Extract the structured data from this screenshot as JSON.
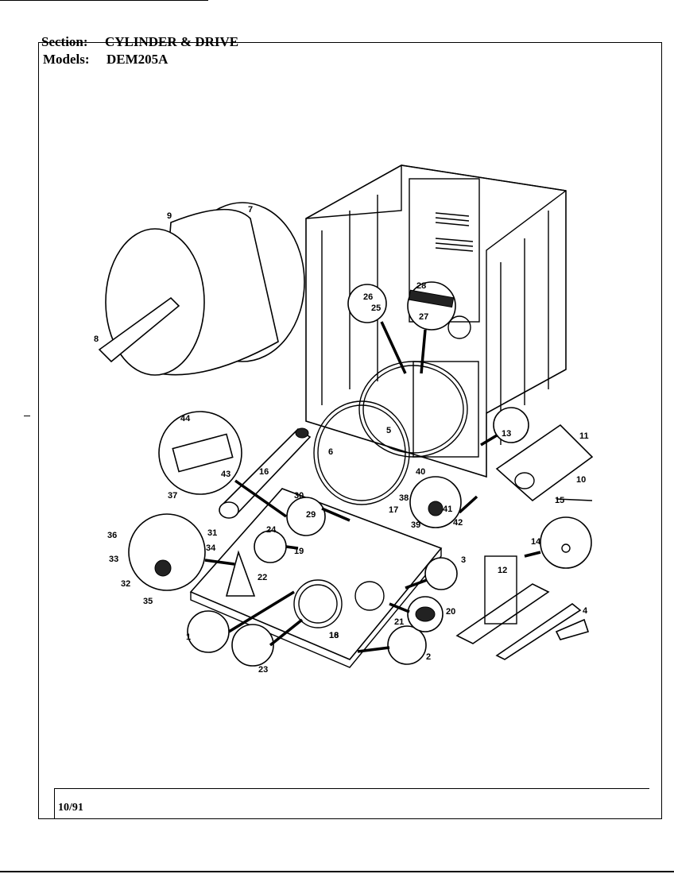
{
  "header": {
    "section_label": "Section:",
    "section_value": "CYLINDER & DRIVE",
    "models_label": "Models:",
    "models_value": "DEM205A"
  },
  "footer": {
    "date": "10/91"
  },
  "part_numbers": [
    "1",
    "2",
    "3",
    "4",
    "5",
    "6",
    "7",
    "8",
    "9",
    "10",
    "11",
    "12",
    "13",
    "14",
    "15",
    "16",
    "16",
    "17",
    "18",
    "19",
    "20",
    "21",
    "22",
    "23",
    "24",
    "25",
    "26",
    "27",
    "28",
    "29",
    "30",
    "31",
    "32",
    "33",
    "34",
    "35",
    "36",
    "37",
    "38",
    "39",
    "40",
    "41",
    "42",
    "43",
    "44"
  ]
}
